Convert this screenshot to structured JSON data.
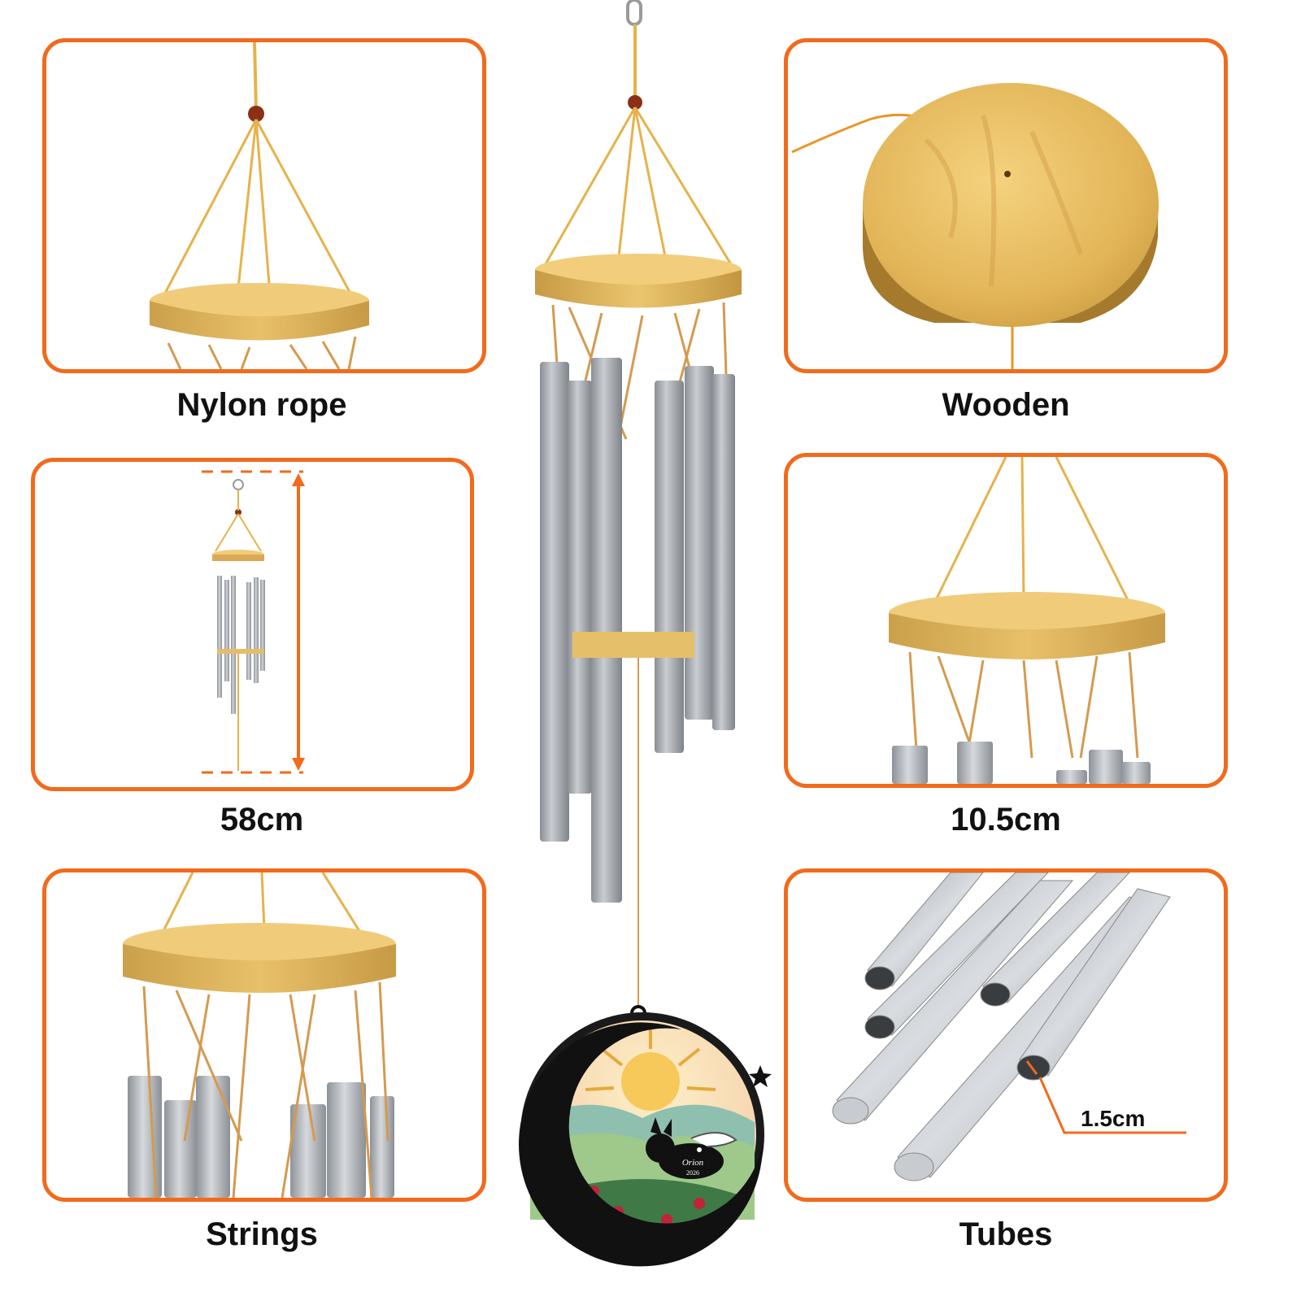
{
  "features": {
    "nylon_rope": {
      "caption": "Nylon rope"
    },
    "wooden": {
      "caption": "Wooden"
    },
    "length": {
      "caption": "58cm"
    },
    "diameter": {
      "caption": "10.5cm"
    },
    "strings": {
      "caption": "Strings"
    },
    "tubes": {
      "caption": "Tubes",
      "tube_diameter_label": "1.5cm"
    }
  },
  "pendant": {
    "name": "Orion",
    "year": "2026"
  },
  "colors": {
    "accent": "#f26a1b",
    "wood": "#e2b457",
    "tube": "#a9adb3",
    "rope": "#e6b24a"
  },
  "icons": [
    "paw-icon",
    "star-icon",
    "sun-icon",
    "ring-icon"
  ]
}
